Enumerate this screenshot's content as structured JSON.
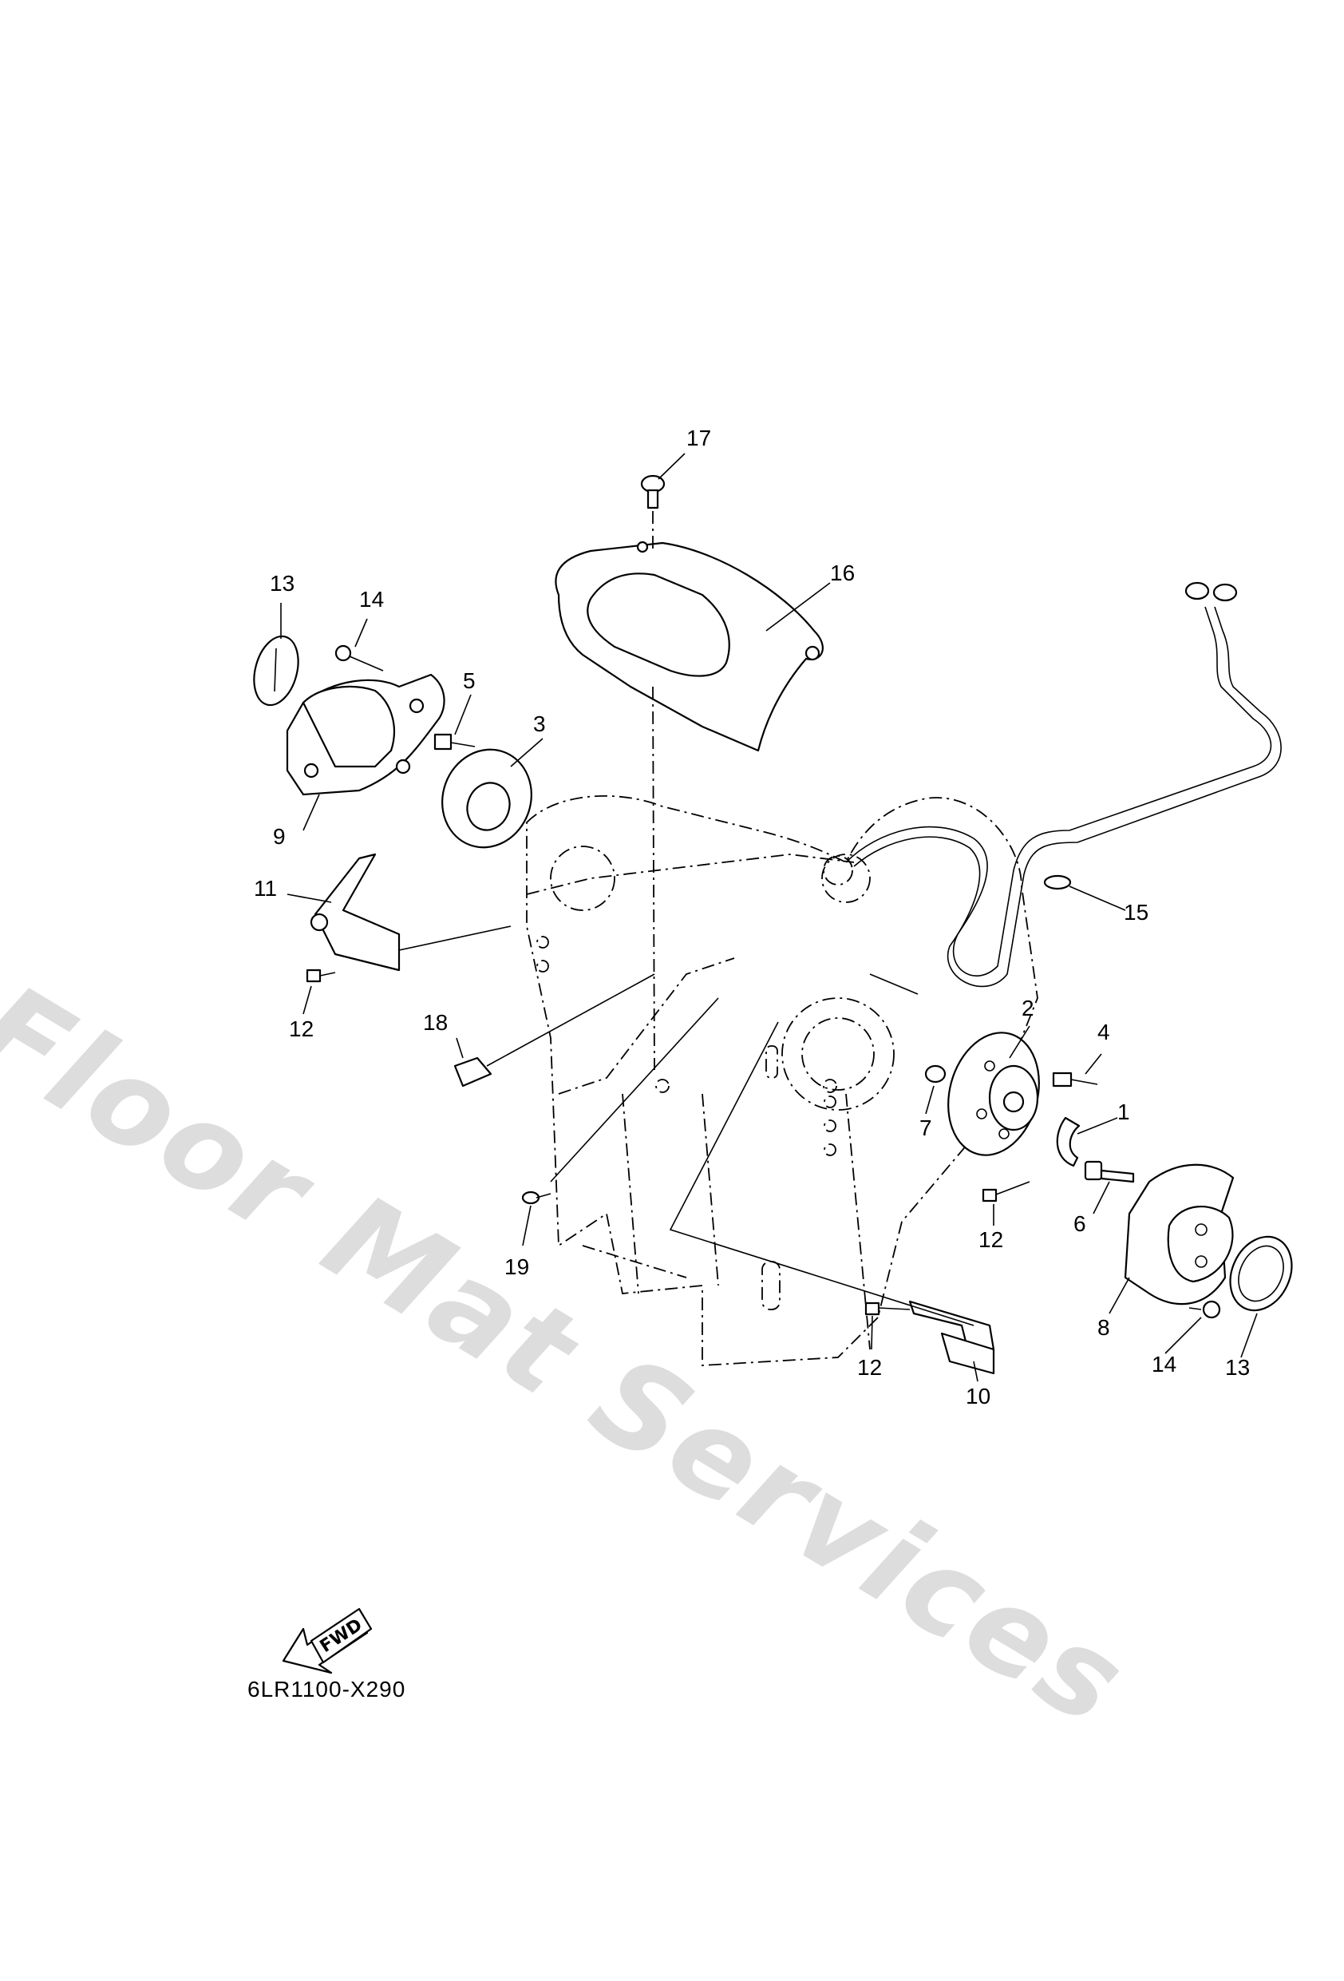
{
  "watermark": "Floor Mat Services",
  "diagram_code": "6LR1100-X290",
  "fwd_label": "FWD",
  "callouts": {
    "c1": "1",
    "c2": "2",
    "c3": "3",
    "c4": "4",
    "c5": "5",
    "c6": "6",
    "c7": "7",
    "c8": "8",
    "c9": "9",
    "c10": "10",
    "c11": "11",
    "c12a": "12",
    "c12b": "12",
    "c12c": "12",
    "c13a": "13",
    "c13b": "13",
    "c14a": "14",
    "c14b": "14",
    "c15": "15",
    "c16": "16",
    "c17": "17",
    "c18": "18",
    "c19": "19"
  }
}
